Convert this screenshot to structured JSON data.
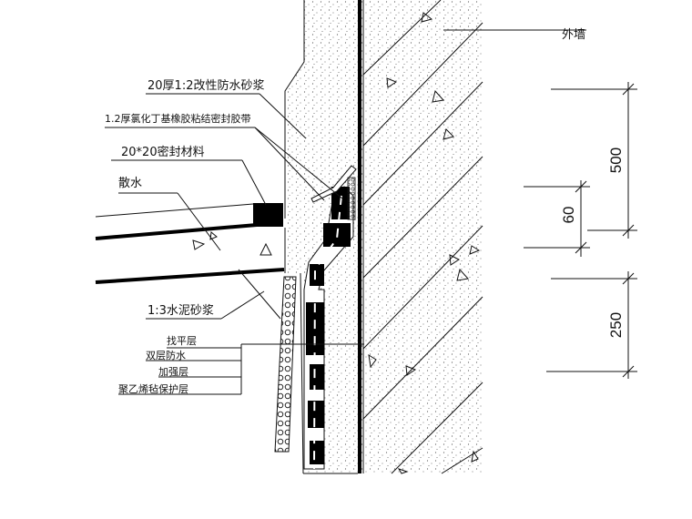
{
  "labels": {
    "outer_wall": "外墙",
    "mortar_20": "20厚1:2改性防水砂浆",
    "butyl_tape": "1.2厚氯化丁基橡胶粘结密封胶带",
    "sealant": "20*20密封材料",
    "apron": "散水",
    "cement_mortar": "1:3水泥砂浆",
    "leveling": "找平层",
    "double_waterproof": "双层防水",
    "reinforcement": "加强层",
    "pe_protection": "聚乙烯毡保护层"
  },
  "dimensions": {
    "d500": "500",
    "d60": "60",
    "d250": "250"
  },
  "colors": {
    "line": "#111111",
    "fill_black": "#000000",
    "concrete_dots": "#555555"
  }
}
